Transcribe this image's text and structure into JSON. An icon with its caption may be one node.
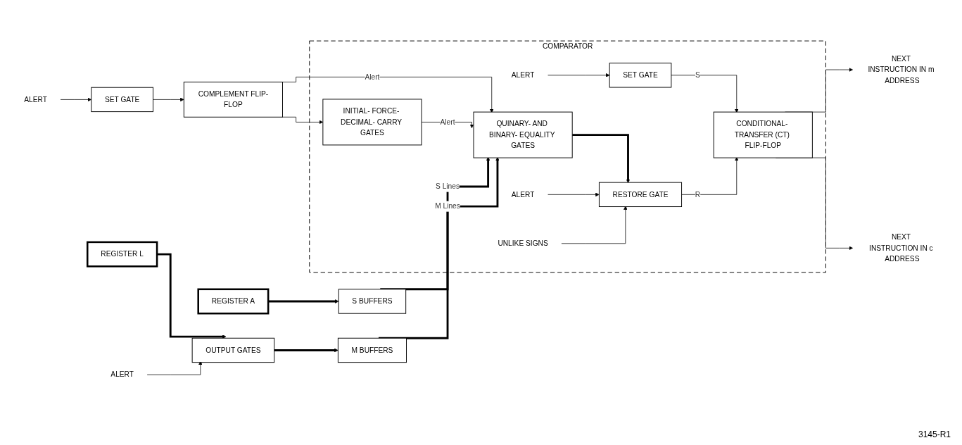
{
  "diagram": {
    "nodes": [
      {
        "text": [
          "ALERT"
        ]
      },
      {
        "text": [
          "SET GATE"
        ]
      },
      {
        "text": [
          "COMPLEMENT FLIP-FLOP"
        ]
      },
      {
        "text": [
          "REGISTER A"
        ]
      },
      {
        "text": [
          "S BUFFERS"
        ]
      },
      {
        "text": [
          "REGISTER L"
        ]
      },
      {
        "text": [
          "OUTPUT GATES"
        ]
      },
      {
        "text": [
          "M BUFFERS"
        ]
      },
      {
        "text": [
          "ALERT"
        ]
      },
      {
        "text": [
          "COMPARATOR"
        ]
      },
      {
        "text": [
          "INITIAL- FORCE- DECIMAL- CARRY GATES"
        ],
        "in": 9
      },
      {
        "text": [
          "QUINARY- AND BINARY- EQUALITY GATES"
        ],
        "in": 9
      },
      {
        "text": [
          "SET GATE"
        ],
        "in": 9
      },
      {
        "text": [
          "ALERT"
        ],
        "in": 9
      },
      {
        "text": [
          "ALERT"
        ],
        "in": 9
      },
      {
        "text": [
          "RESTORE GATE"
        ],
        "in": 9
      },
      {
        "text": [
          "UNLIKE SIGNS"
        ],
        "in": 9
      },
      {
        "text": [
          "CONDITIONAL- TRANSFER (CT) FLIP-FLOP"
        ],
        "in": 9
      },
      {
        "text": [
          "NEXT INSTRUCTION IN m ADDRESS"
        ]
      },
      {
        "text": [
          "NEXT INSTRUCTION IN c ADDRESS"
        ]
      }
    ],
    "edges": [
      {
        "from": 0,
        "to": 1,
        "arrow": "to"
      },
      {
        "from": 1,
        "to": 2,
        "arrow": "to"
      },
      {
        "from": 2,
        "to": 11,
        "arrow": "to",
        "label": "Alert"
      },
      {
        "from": 2,
        "to": 10,
        "arrow": "to"
      },
      {
        "from": 10,
        "to": 11,
        "arrow": "to",
        "label": "Alert"
      },
      {
        "from": 3,
        "to": 4,
        "arrow": "to",
        "style": "thick"
      },
      {
        "from": 4,
        "to": 11,
        "arrow": "to",
        "style": "thick",
        "label": "S Lines"
      },
      {
        "from": 5,
        "to": 6,
        "arrow": "to",
        "style": "thick"
      },
      {
        "from": 6,
        "to": 7,
        "arrow": "to",
        "style": "thick"
      },
      {
        "from": 7,
        "to": 11,
        "arrow": "to",
        "style": "thick",
        "label": "M Lines"
      },
      {
        "from": 8,
        "to": 6,
        "arrow": "to"
      },
      {
        "from": 11,
        "to": 15,
        "arrow": "to",
        "style": "thick"
      },
      {
        "from": 13,
        "to": 12,
        "arrow": "to"
      },
      {
        "from": 14,
        "to": 15,
        "arrow": "to"
      },
      {
        "from": 16,
        "to": 15,
        "arrow": "to"
      },
      {
        "from": 12,
        "to": 17,
        "arrow": "to",
        "label": "S"
      },
      {
        "from": 15,
        "to": 17,
        "arrow": "to",
        "label": "R"
      },
      {
        "from": 17,
        "to": 18,
        "arrow": "to"
      },
      {
        "from": 17,
        "to": 19,
        "arrow": "to"
      }
    ],
    "labels": [
      "3145-R1"
    ]
  }
}
